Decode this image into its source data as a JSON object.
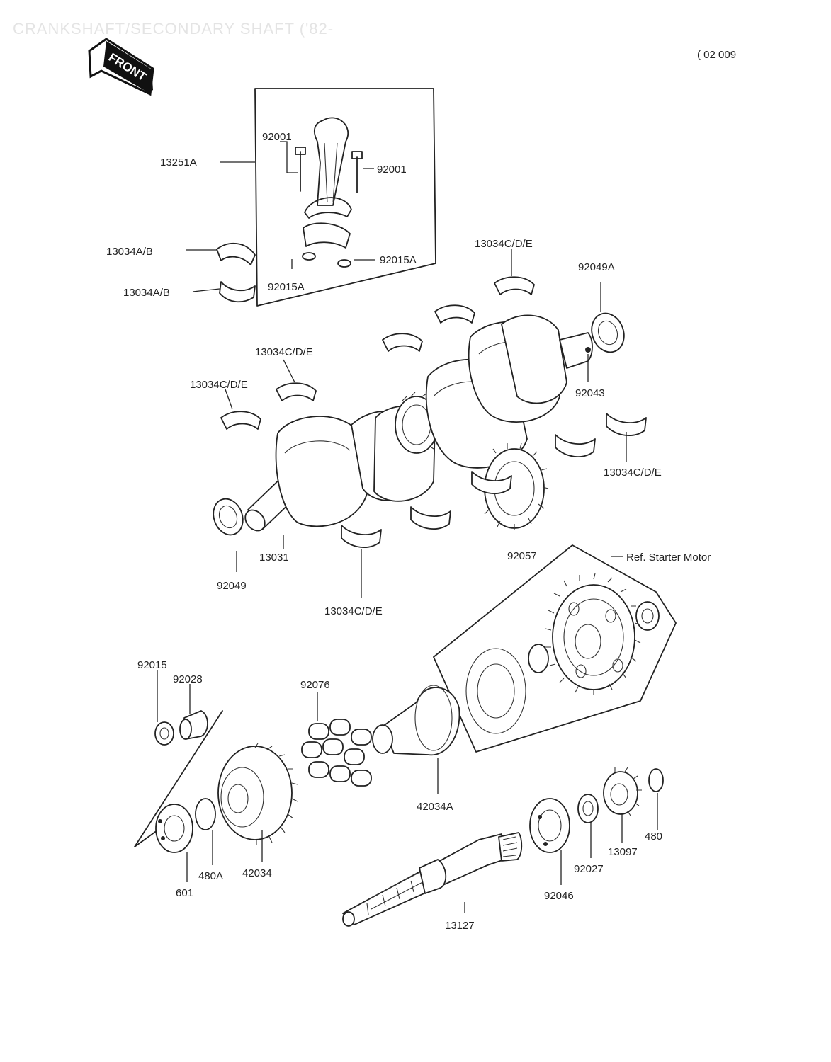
{
  "title": "CRANKSHAFT/SECONDARY SHAFT ('82-",
  "ref_code": "( 02  009",
  "front_label": "FRONT",
  "labels": {
    "p13251A": "13251A",
    "p92001_left": "92001",
    "p92001_right": "92001",
    "p13034AB_top": "13034A/B",
    "p13034AB_bottom": "13034A/B",
    "p92015A_right": "92015A",
    "p92015A_bottom": "92015A",
    "p13034CDE_top": "13034C/D/E",
    "p92049A": "92049A",
    "p13034CDE_left1": "13034C/D/E",
    "p13034CDE_left2": "13034C/D/E",
    "p92043": "92043",
    "p13034CDE_right": "13034C/D/E",
    "p13031": "13031",
    "p92049": "92049",
    "p92057": "92057",
    "p13034CDE_bottom": "13034C/D/E",
    "ref_starter_motor": "Ref. Starter Motor",
    "p92015": "92015",
    "p92028": "92028",
    "p92076": "92076",
    "p42034A": "42034A",
    "p601": "601",
    "p480A": "480A",
    "p42034": "42034",
    "p92046": "92046",
    "p92027": "92027",
    "p13097": "13097",
    "p480": "480",
    "p13127": "13127"
  }
}
